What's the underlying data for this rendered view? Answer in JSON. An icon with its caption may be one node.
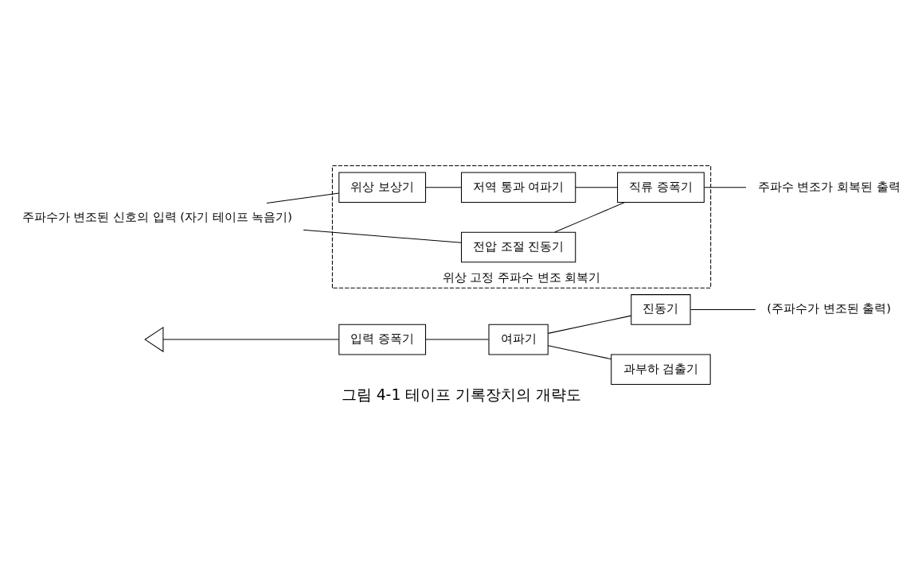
{
  "diagram": {
    "caption": "그림 4-1 테이프 기록장치의 개략도",
    "nodes": [
      {
        "text": [],
        "shape": "triangle"
      },
      {
        "text": [
          "입력 증폭기"
        ]
      },
      {
        "text": [
          "여파기"
        ]
      },
      {
        "text": [
          "진동기"
        ]
      },
      {
        "text": [
          "(주파수가 변조된 출력)"
        ]
      },
      {
        "text": [
          "과부하 검출기"
        ]
      },
      {
        "text": [
          "주파수가 변조된 신호의 입력 (자기 테이프 녹음기)"
        ]
      },
      {
        "text": [
          "위상 고정 주파수 변조 회복기"
        ]
      },
      {
        "text": [
          "위상 보상기"
        ],
        "in": 7
      },
      {
        "text": [
          "저역 통과 여파기"
        ],
        "in": 7
      },
      {
        "text": [
          "직류 증폭기"
        ],
        "in": 7
      },
      {
        "text": [
          "전압 조절 진동기"
        ],
        "in": 7
      },
      {
        "text": [
          "주파수 변조가 회복된 출력"
        ]
      }
    ],
    "edges": [
      {
        "from": 0,
        "to": 1,
        "arrow": "none"
      },
      {
        "from": 1,
        "to": 2,
        "arrow": "none"
      },
      {
        "from": 2,
        "to": 3,
        "arrow": "none"
      },
      {
        "from": 2,
        "to": 5,
        "arrow": "none"
      },
      {
        "from": 3,
        "to": 4,
        "arrow": "none"
      },
      {
        "from": 6,
        "to": 8,
        "arrow": "none"
      },
      {
        "from": 6,
        "to": 11,
        "arrow": "none"
      },
      {
        "from": 8,
        "to": 9,
        "arrow": "none"
      },
      {
        "from": 9,
        "to": 10,
        "arrow": "none"
      },
      {
        "from": 10,
        "to": 12,
        "arrow": "none"
      },
      {
        "from": 10,
        "to": 11,
        "arrow": "none"
      }
    ]
  }
}
